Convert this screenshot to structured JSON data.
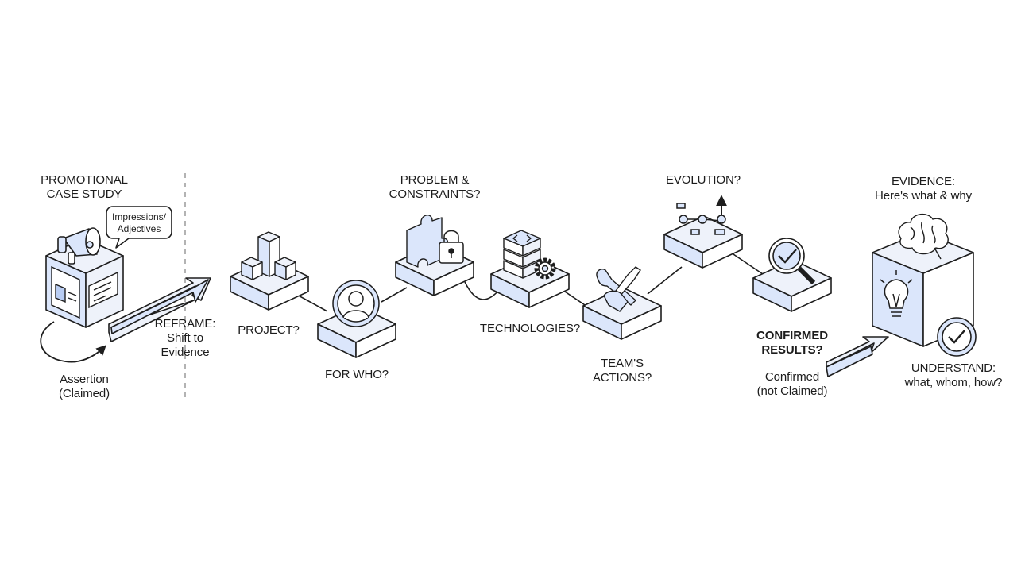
{
  "promo": {
    "title_line1": "PROMOTIONAL",
    "title_line2": "CASE STUDY",
    "bubble_line1": "Impressions/",
    "bubble_line2": "Adjectives",
    "caption_line1": "Assertion",
    "caption_line2": "(Claimed)"
  },
  "reframe": {
    "line1": "REFRAME:",
    "line2": "Shift to",
    "line3": "Evidence"
  },
  "steps": {
    "project": "PROJECT?",
    "for_who": "FOR WHO?",
    "problem_line1": "PROBLEM &",
    "problem_line2": "CONSTRAINTS?",
    "technologies": "TECHNOLOGIES?",
    "actions_line1": "TEAM'S",
    "actions_line2": "ACTIONS?",
    "evolution": "EVOLUTION?",
    "results_line1": "CONFIRMED",
    "results_line2": "RESULTS?",
    "confirmed_line1": "Confirmed",
    "confirmed_line2": "(not Claimed)"
  },
  "evidence": {
    "title_line1": "EVIDENCE:",
    "title_line2": "Here's what & why",
    "understand_line1": "UNDERSTAND:",
    "understand_line2": "what, whom, how?"
  },
  "colors": {
    "fill": "#dbe6fb",
    "side": "#eef2fa",
    "stroke": "#1e1e1e",
    "accent": "#b9cdf3"
  }
}
